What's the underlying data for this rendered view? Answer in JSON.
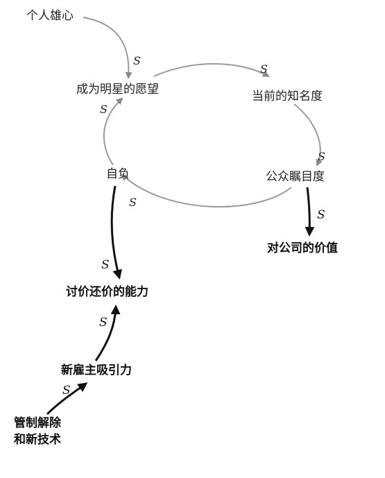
{
  "nodes": {
    "personal_ambition": "个人雄心",
    "star_desire": "成为明星的愿望",
    "current_fame": "当前的知名度",
    "public_visibility": "公众瞩目度",
    "ego": "自负",
    "value_to_company": "对公司的价值",
    "bargaining_power": "讨价还价的能力",
    "new_employer_attraction": "新雇主吸引力",
    "dereg_line1": "管制解除",
    "dereg_line2": "和新技术"
  },
  "polarity": "S",
  "colors": {
    "loop_arrow": "#9a9a9a",
    "strong_arrow": "#1a1a1a",
    "text": "#222222"
  }
}
